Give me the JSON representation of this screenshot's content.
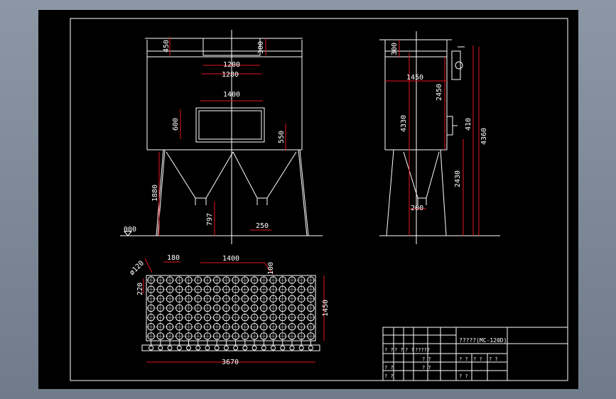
{
  "front_view": {
    "dims": {
      "h450": "450",
      "h300": "300",
      "w1200": "1200",
      "w1280": "1280",
      "w1400": "1400",
      "h600": "600",
      "h550": "550",
      "h1880": "1880",
      "h797": "797",
      "w250": "250",
      "elev": "000"
    }
  },
  "side_view": {
    "dims": {
      "h300": "300",
      "w1450": "1450",
      "h2450": "2450",
      "h4330": "4330",
      "h410": "410",
      "h4360": "4360",
      "h2430": "2430",
      "w200": "200"
    }
  },
  "plan_view": {
    "dims": {
      "dia120": "ø120",
      "w180": "180",
      "w1400": "1400",
      "w100": "100",
      "h220": "220",
      "h1450": "1450",
      "w3670": "3670"
    },
    "grid": {
      "rows": 7,
      "cols": 18
    }
  },
  "title_block": {
    "title": "?????(MC-120D)",
    "row1": [
      "? ?",
      "? ?",
      "? ?",
      "?????"
    ],
    "row2": [
      "? ?",
      "? ?",
      "? ?"
    ],
    "row3": [
      "? ?"
    ],
    "right": [
      "? ?",
      "? ?",
      "? ?",
      "? ?"
    ]
  },
  "colors": {
    "background": "#000000",
    "dimension": "#e3161f",
    "geometry": "#ffffff",
    "frame_bg": "#7d8896"
  }
}
